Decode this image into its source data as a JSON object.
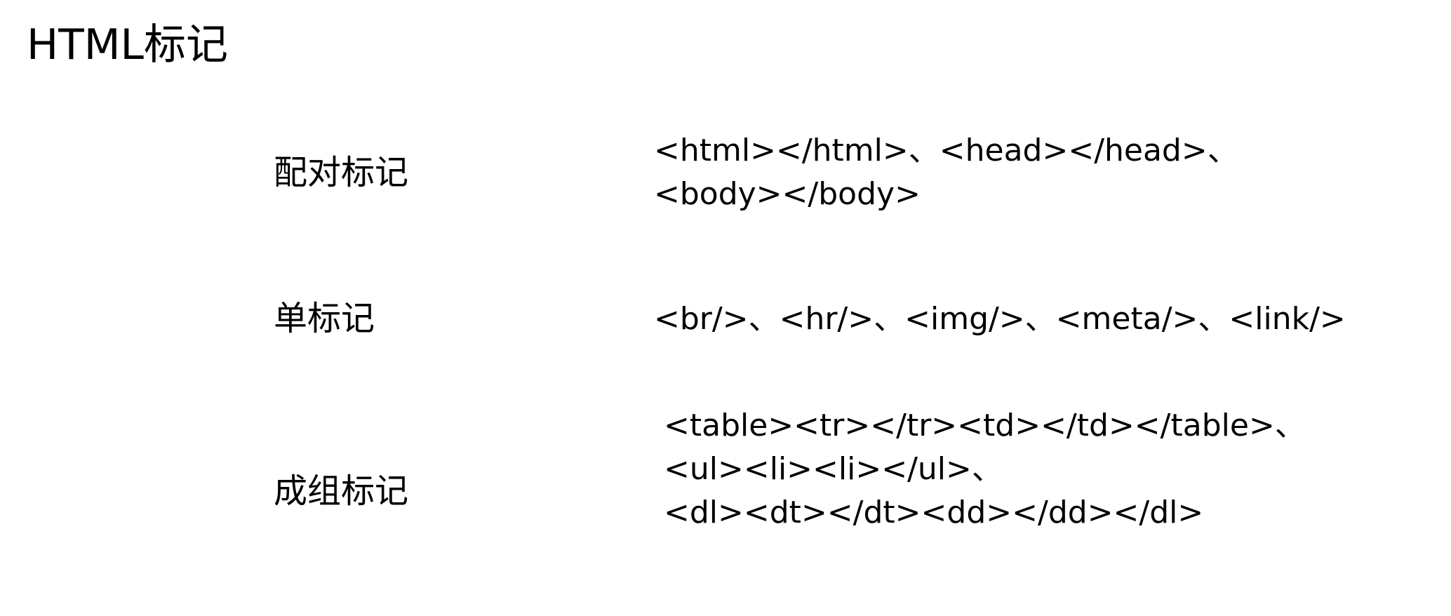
{
  "slide": {
    "title": "HTML标记",
    "rows": [
      {
        "label": "配对标记",
        "lines": [
          "<html></html>、<head></head>、",
          "<body></body>"
        ]
      },
      {
        "label": "单标记",
        "lines": [
          "<br/>、<hr/>、<img/>、<meta/>、<link/>"
        ]
      },
      {
        "label": "成组标记",
        "lines": [
          "<table><tr></tr><td></td></table>、",
          "<ul><li><li></ul>、",
          "<dl><dt></dt><dd></dd></dl>"
        ]
      }
    ]
  }
}
